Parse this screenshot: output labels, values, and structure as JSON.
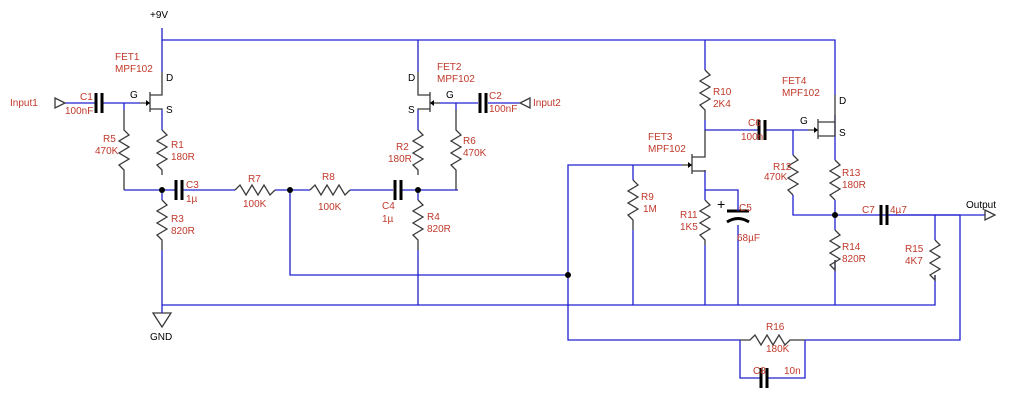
{
  "supply": {
    "label": "+9V"
  },
  "ground": {
    "label": "GND"
  },
  "input1": {
    "label": "Input1"
  },
  "input2": {
    "label": "Input2"
  },
  "output": {
    "label": "Output"
  },
  "fets": [
    {
      "id": "FET1",
      "part": "MPF102"
    },
    {
      "id": "FET2",
      "part": "MPF102"
    },
    {
      "id": "FET3",
      "part": "MPF102"
    },
    {
      "id": "FET4",
      "part": "MPF102"
    }
  ],
  "pins": {
    "g": "G",
    "d": "D",
    "s": "S"
  },
  "resistors": {
    "R1": {
      "name": "R1",
      "value": "180R"
    },
    "R2": {
      "name": "R2",
      "value": "180R"
    },
    "R3": {
      "name": "R3",
      "value": "820R"
    },
    "R4": {
      "name": "R4",
      "value": "820R"
    },
    "R5": {
      "name": "R5",
      "value": "470K"
    },
    "R6": {
      "name": "R6",
      "value": "470K"
    },
    "R7": {
      "name": "R7",
      "value": "100K"
    },
    "R8": {
      "name": "R8",
      "value": "100K"
    },
    "R9": {
      "name": "R9",
      "value": "1M"
    },
    "R10": {
      "name": "R10",
      "value": "2K4"
    },
    "R11": {
      "name": "R11",
      "value": "1K5"
    },
    "R12": {
      "name": "R12",
      "value": "470K"
    },
    "R13": {
      "name": "R13",
      "value": "180R"
    },
    "R14": {
      "name": "R14",
      "value": "820R"
    },
    "R15": {
      "name": "R15",
      "value": "4K7"
    },
    "R16": {
      "name": "R16",
      "value": "180K"
    }
  },
  "capacitors": {
    "C1": {
      "name": "C1",
      "value": "100nF"
    },
    "C2": {
      "name": "C2",
      "value": "100nF"
    },
    "C3": {
      "name": "C3",
      "value": "1µ"
    },
    "C4": {
      "name": "C4",
      "value": "1µ"
    },
    "C5": {
      "name": "C5",
      "value": "68µF"
    },
    "C6": {
      "name": "C6",
      "value": "100n"
    },
    "C7": {
      "name": "C7",
      "value": "4µ7"
    },
    "C8": {
      "name": "C8",
      "value": "10n"
    }
  },
  "c5_plus": "+"
}
